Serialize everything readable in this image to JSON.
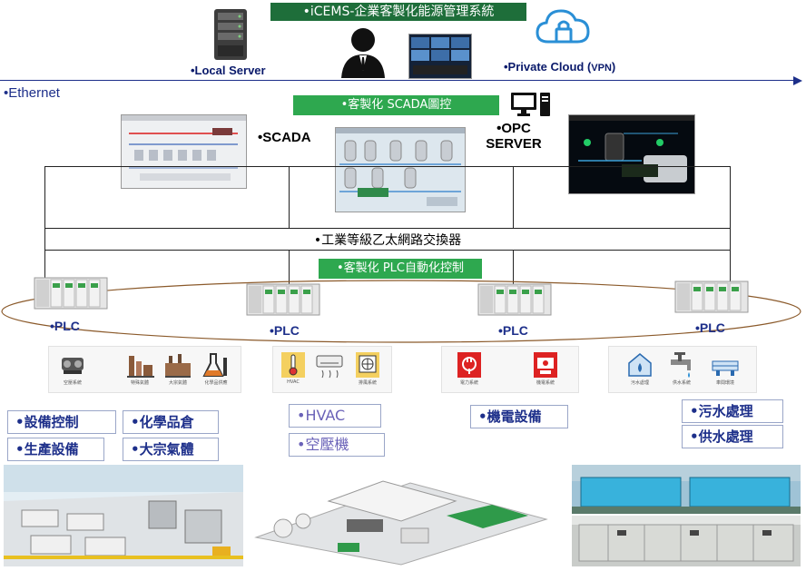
{
  "header": {
    "title": "•iCEMS-企業客製化能源管理系統",
    "local_server": "•Local Server",
    "private_cloud_prefix": "•Private Cloud (",
    "private_cloud_vpn": "VPN",
    "private_cloud_suffix": ")"
  },
  "network": {
    "ethernet": "•Ethernet",
    "scada_tag": "•客製化 SCADA圖控",
    "scada_label": "•SCADA",
    "opc_line1": "•OPC",
    "opc_line2": "SERVER",
    "switch_label": "•工業等級乙太網路交換器",
    "plc_tag": "•客製化 PLC自動化控制"
  },
  "plcs": [
    {
      "label": "•PLC"
    },
    {
      "label": "•PLC"
    },
    {
      "label": "•PLC"
    },
    {
      "label": "•PLC"
    }
  ],
  "icon_groups": [
    {
      "captions": [
        "空壓系統",
        "特殊氣體",
        "大宗氣體",
        "化學品供應"
      ]
    },
    {
      "captions": [
        "HVAC",
        "",
        "排風系統"
      ]
    },
    {
      "captions": [
        "電力系統",
        "機電系統"
      ]
    },
    {
      "captions": [
        "污水處理",
        "供水系統",
        "車間環境"
      ]
    }
  ],
  "categories": {
    "group1": [
      "•設備控制",
      "•化學品倉",
      "•生產設備",
      "•大宗氣體"
    ],
    "group2": [
      "•HVAC",
      "•空壓機"
    ],
    "group3": [
      "•機電設備"
    ],
    "group4": [
      "•污水處理",
      "•供水處理"
    ]
  },
  "colors": {
    "title_green": "#1e6e3a",
    "tag_green": "#2ea84f",
    "label_navy": "#1d2f8a",
    "ellipse": "#8b5a2b"
  }
}
